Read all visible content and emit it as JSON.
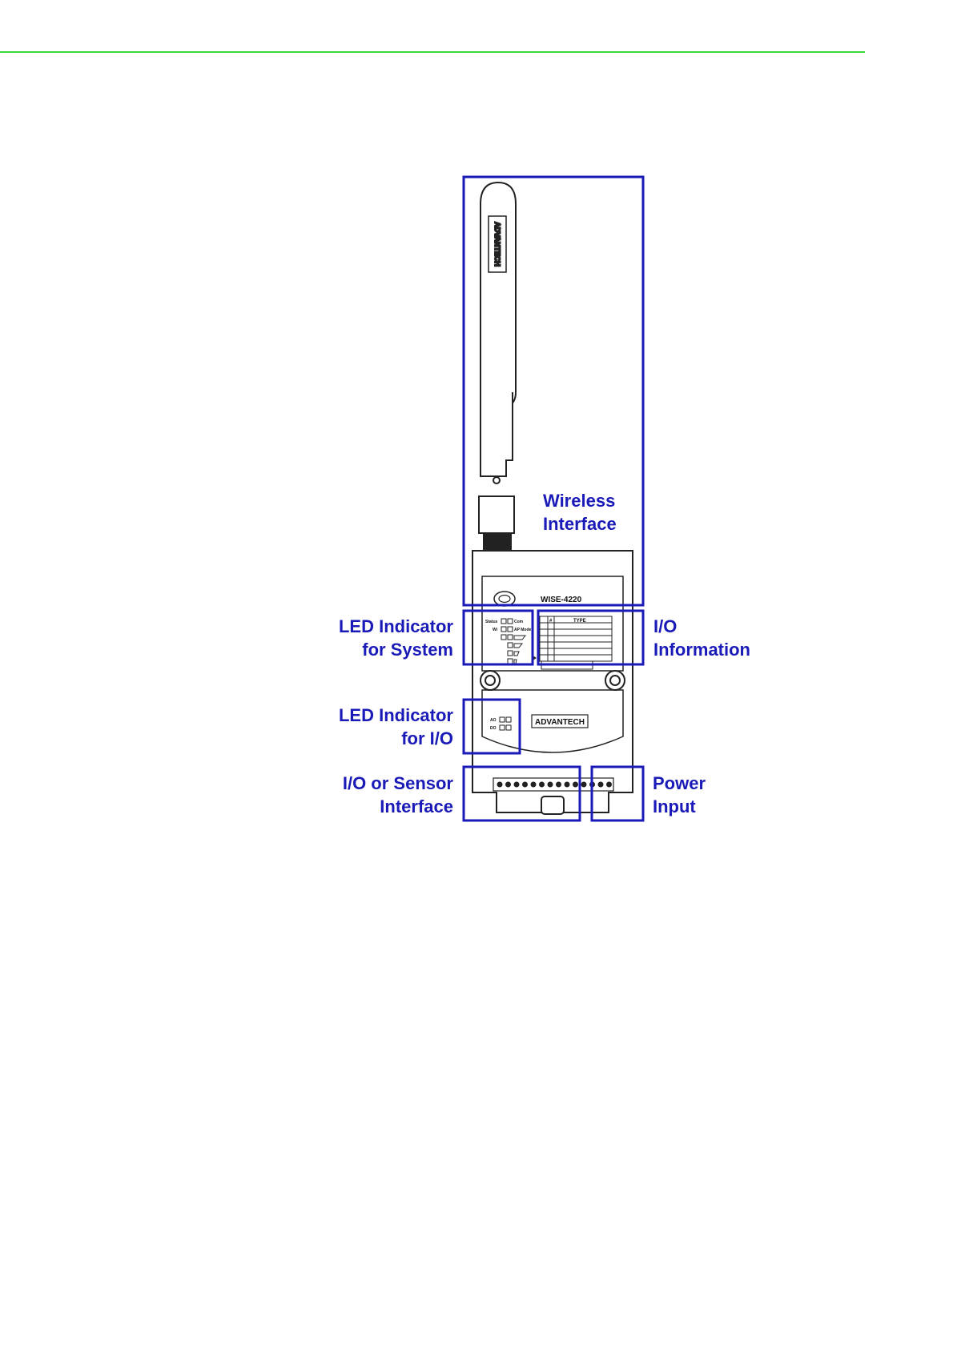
{
  "callouts": {
    "wireless_interface": [
      "Wireless",
      "Interface"
    ],
    "led_system": [
      "LED Indicator",
      "for System"
    ],
    "io_information": [
      "I/O",
      "Information"
    ],
    "led_io": [
      "LED Indicator",
      "for I/O"
    ],
    "io_sensor": [
      "I/O or Sensor",
      "Interface"
    ],
    "power_input": [
      "Power",
      "Input"
    ]
  },
  "device": {
    "model": "WISE-4220",
    "brand": "ADVANTECH",
    "antenna_brand": "ADVANTECH",
    "table_header": [
      "#",
      "TYPE"
    ],
    "led_system_labels": [
      "Status",
      "Com",
      "Wi",
      "AP Mode"
    ],
    "led_io_labels": [
      "AO",
      "DO"
    ]
  },
  "colors": {
    "highlight": "#1a1ab8",
    "callout_text": "#1a1ab8",
    "rule": "#3ad83a",
    "line_art": "#222222"
  }
}
